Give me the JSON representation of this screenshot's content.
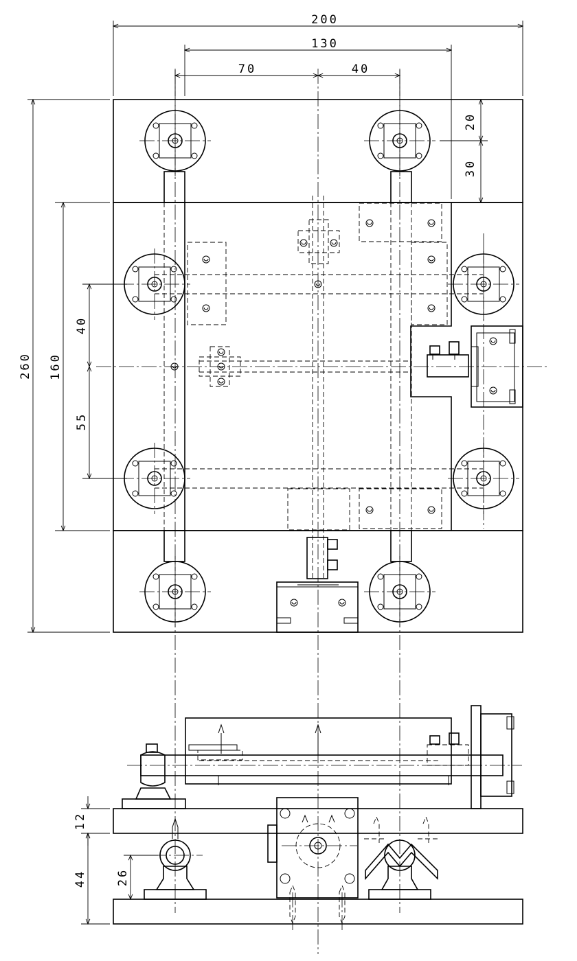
{
  "dimensions": {
    "overall_width": "200",
    "pitch_width": "130",
    "left_offset": "70",
    "right_offset": "40",
    "top_20": "20",
    "top_30": "30",
    "overall_height": "260",
    "plate_height": "160",
    "upper_40": "40",
    "lower_55": "55",
    "side_12": "12",
    "side_44": "44",
    "side_26": "26"
  },
  "colors": {
    "line": "#000000",
    "background": "#ffffff"
  }
}
